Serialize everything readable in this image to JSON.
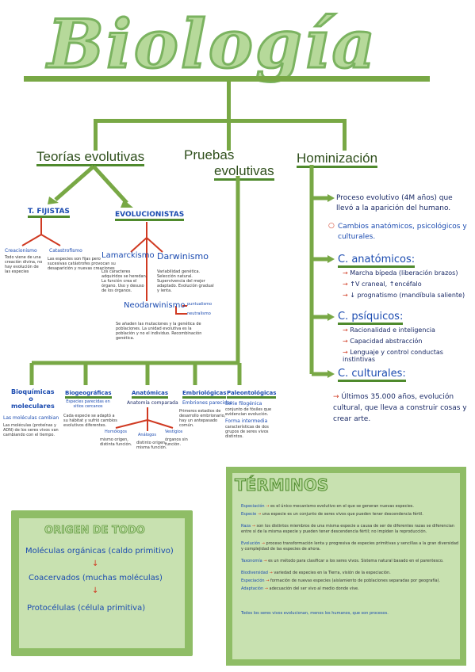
{
  "title": "Biología",
  "branches": {
    "teorias": "Teorías evolutivas",
    "pruebas_1": "Pruebas",
    "pruebas_2": "evolutivas",
    "hominizacion": "Hominización"
  },
  "teorias": {
    "fijistas": "T. FIJISTAS",
    "evolucionistas": "EVOLUCIONISTAS",
    "creacionismo": "Creacionismo",
    "catastrofismo": "Catastrofismo",
    "lamarckismo": "Lamarckismo",
    "darwinismo": "Darwinismo",
    "neodarwinismo": "Neodarwinismo",
    "puntualismo": "puntualismo",
    "neutralismo": "neutralismo"
  },
  "pruebas": {
    "bioquimicas": "Bioquímicas o moleculares",
    "biogeograficas": "Biogeográficas",
    "anatomicas": "Anatómicas",
    "embriologicas": "Embriológicas",
    "paleontologicas": "Paleontológicas",
    "moleculas_cambian": "Las moléculas cambian",
    "especies_parecidas": "Especies parecidas en sitios cercanos",
    "anatomia_comparada": "Anatomía comparada",
    "embriones_parecidos": "Embriones parecidos",
    "serie_filogenica": "Serie filogénica",
    "forma_intermedia": "Forma intermedia",
    "homologos": "Homólogos",
    "analogos": "Análogos",
    "vestigios": "Vestigios"
  },
  "hominizacion": {
    "proceso": "Proceso evolutivo (4M años) que llevó a la aparición del humano.",
    "cambios": "Cambios anatómicos, psicológicos y culturales.",
    "c_anatomicos": "C. anatómicos:",
    "anat_1": "Marcha bípeda (liberación brazos)",
    "anat_2": "↑V craneal, ↑encéfalo",
    "anat_3": "↓ prognatismo (mandíbula saliente)",
    "c_psiquicos": "C. psíquicos:",
    "psiq_1": "Racionalidad e inteligencia",
    "psiq_2": "Capacidad abstracción",
    "psiq_3": "Lenguaje y control conductas instintivas",
    "c_culturales": "C. culturales:",
    "cult_1": "Últimos 35.000 años, evolución cultural, que lleva a construir cosas y crear arte."
  },
  "origen": {
    "heading": "ORIGEN DE TODO",
    "l1": "Moléculas orgánicas (caldo primitivo)",
    "l2": "Coacervados (muchas moléculas)",
    "l3": "Protocélulas (célula primitiva)"
  },
  "terminos": {
    "heading": "TÉRMINOS",
    "items": [
      {
        "term": "Especiación",
        "def": "es el único mecanismo evolutivo en el que se generan nuevas especies."
      },
      {
        "term": "Especie",
        "def": "una especie es un conjunto de seres vivos que pueden tener descendencia fértil."
      },
      {
        "term": "Raza",
        "def": "son los distintos miembros de una misma especie a causa de ser de diferentes razas se diferencian entre sí de la misma especie y pueden tener descendencia fértil; no impiden la reproducción."
      },
      {
        "term": "Evolución",
        "def": "proceso transformación lenta y progresiva de especies primitivas y sencillas a la gran diversidad y complejidad de las especies de ahora."
      },
      {
        "term": "Taxonomía",
        "def": "es un método para clasificar a los seres vivos. Sistema natural basado en el parentesco."
      },
      {
        "term": "Biodiversidad",
        "def": "variedad de especies en la Tierra, visión de la especiación."
      },
      {
        "term": "Especiación",
        "def": "formación de nuevas especies (aislamiento de poblaciones separadas por geografía)."
      },
      {
        "term": "Adaptación",
        "def": "adecuación del ser vivo al medio donde vive."
      }
    ],
    "footer": "Todos los seres vivos evolucionan, menos los humanos, que son procesos."
  },
  "colors": {
    "accent": "#78a845",
    "title_fill": "#b6d99a",
    "blue": "#1b4bb0",
    "red": "#d03a22",
    "box_bg": "#c8e1b0"
  }
}
